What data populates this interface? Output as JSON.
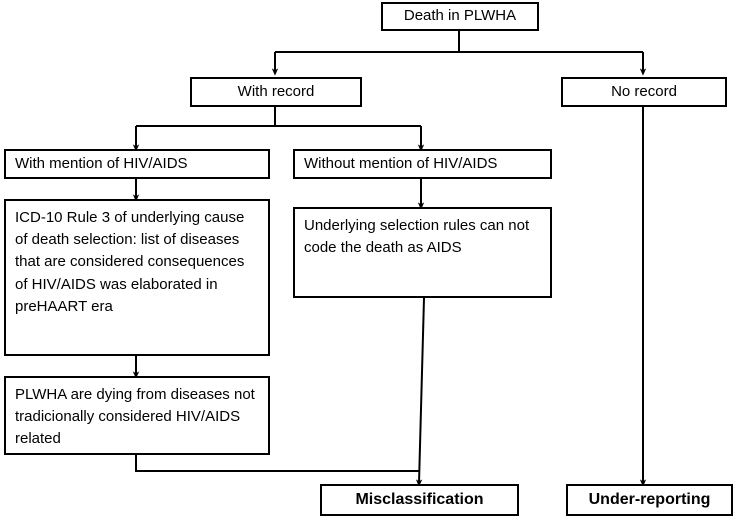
{
  "diagram": {
    "title": "Death in PLWHA classification flowchart",
    "type": "flowchart",
    "background_color": "#ffffff",
    "line_color": "#000000",
    "text_color": "#000000"
  },
  "nodes": {
    "root": {
      "label": "Death in PLWHA",
      "shape": "rect"
    },
    "with_record": {
      "label": "With record",
      "shape": "rect"
    },
    "no_record": {
      "label": "No record",
      "shape": "rect"
    },
    "with_mention": {
      "label": "With mention of HIV/AIDS",
      "shape": "rect"
    },
    "without_mention": {
      "label": "Without mention of HIV/AIDS",
      "shape": "rect"
    },
    "icd_rule": {
      "label": "ICD-10 Rule 3 of underlying cause of death selection: list of diseases that are considered consequences of HIV/AIDS was elaborated in preHAART era",
      "shape": "rect"
    },
    "cannot_code": {
      "label": "Underlying selection rules can not code the death as AIDS",
      "shape": "rect"
    },
    "dying_from": {
      "label": "PLWHA are dying from diseases not tradicionally considered  HIV/AIDS related",
      "shape": "rect"
    },
    "misclassification": {
      "label": "Misclassification",
      "shape": "rect",
      "emphasis": "bold"
    },
    "under_reporting": {
      "label": "Under-reporting",
      "shape": "rect",
      "emphasis": "bold"
    }
  },
  "edges": [
    {
      "from": "root",
      "to": "with_record",
      "style": "orthogonal-split",
      "arrow": true
    },
    {
      "from": "root",
      "to": "no_record",
      "style": "orthogonal-split",
      "arrow": true
    },
    {
      "from": "with_record",
      "to": "with_mention",
      "style": "orthogonal-split",
      "arrow": true
    },
    {
      "from": "with_record",
      "to": "without_mention",
      "style": "orthogonal-split",
      "arrow": true
    },
    {
      "from": "with_mention",
      "to": "icd_rule",
      "style": "straight",
      "arrow": true
    },
    {
      "from": "icd_rule",
      "to": "dying_from",
      "style": "straight",
      "arrow": true
    },
    {
      "from": "without_mention",
      "to": "cannot_code",
      "style": "straight",
      "arrow": true
    },
    {
      "from": "cannot_code",
      "to": "misclassification",
      "style": "straight",
      "arrow": true
    },
    {
      "from": "dying_from",
      "to": "misclassification",
      "style": "orthogonal-merge",
      "arrow": false
    },
    {
      "from": "no_record",
      "to": "under_reporting",
      "style": "straight",
      "arrow": true
    }
  ]
}
